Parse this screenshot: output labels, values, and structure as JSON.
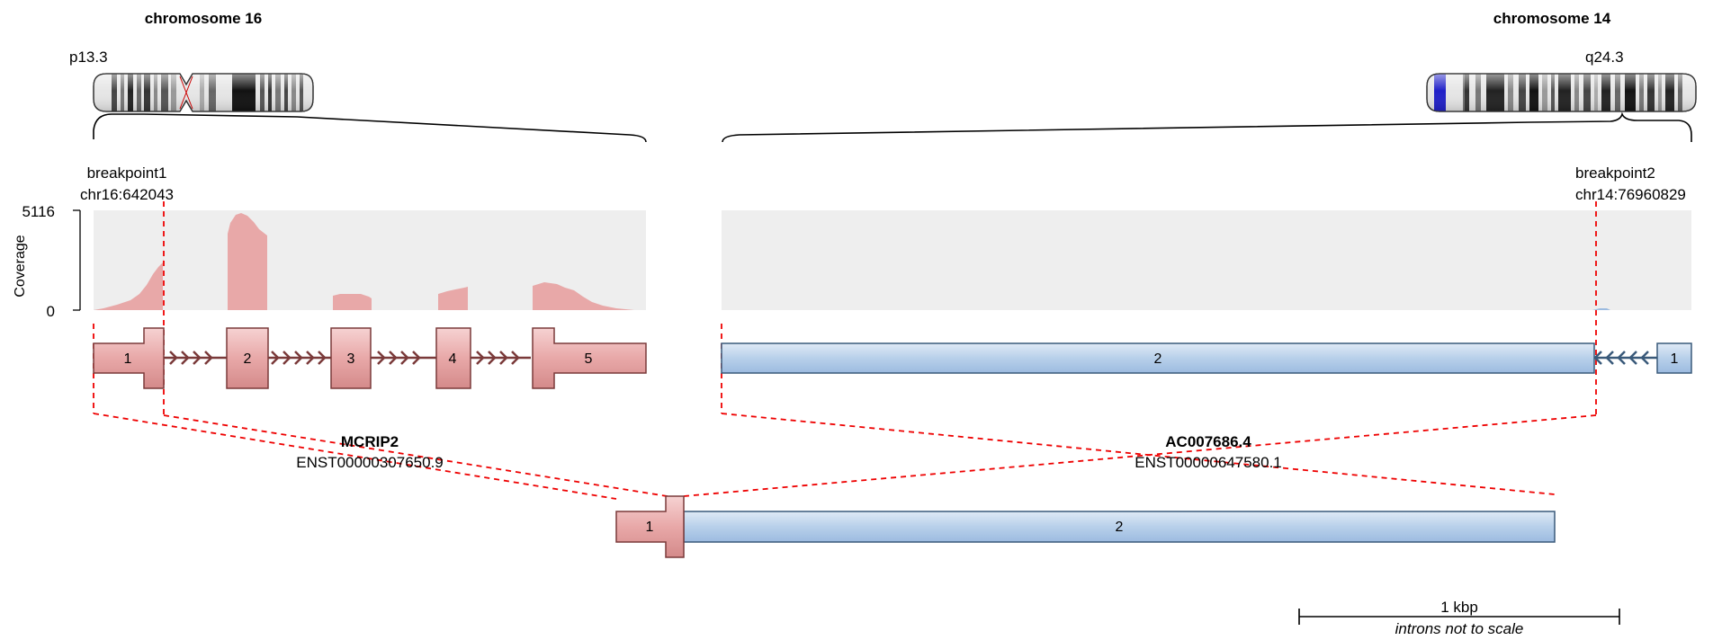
{
  "chromosomes": {
    "left": {
      "title": "chromosome 16",
      "band": "p13.3"
    },
    "right": {
      "title": "chromosome 14",
      "band": "q24.3"
    }
  },
  "breakpoints": {
    "bp1": {
      "name": "breakpoint1",
      "coord": "chr16:642043"
    },
    "bp2": {
      "name": "breakpoint2",
      "coord": "chr14:76960829"
    }
  },
  "coverage": {
    "axis_label": "Coverage",
    "max_label": "5116",
    "min_label": "0",
    "max": 5116,
    "min": 0
  },
  "genes": {
    "left": {
      "name": "MCRIP2",
      "transcript": "ENST00000307650.9",
      "exons": [
        "1",
        "2",
        "3",
        "4",
        "5"
      ]
    },
    "right": {
      "name": "AC007686.4",
      "transcript": "ENST00000647580.1",
      "exons": [
        "2",
        "1"
      ]
    }
  },
  "fusion": {
    "exons": [
      "1",
      "2"
    ]
  },
  "scale": {
    "label": "1 kbp",
    "note": "introns not to scale"
  },
  "colors": {
    "left_gene": "#e8a8a8",
    "left_stroke": "#7a3a3a",
    "right_gene": "#b8d0ea",
    "right_stroke": "#3a5a7a",
    "coverage_bg": "#eeeeee",
    "coverage_fill": "#e8a8a8",
    "breakpoint_line": "#ee0000"
  }
}
